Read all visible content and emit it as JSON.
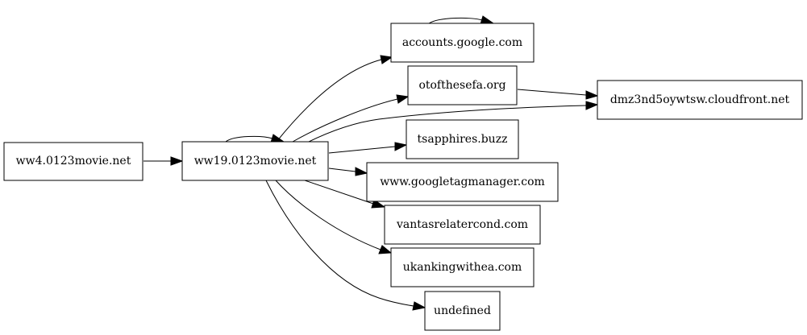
{
  "graph": {
    "nodes": {
      "ww4": "ww4.0123movie.net",
      "ww19": "ww19.0123movie.net",
      "accounts": "accounts.google.com",
      "otof": "otofthesefa.org",
      "dmz": "dmz3nd5oywtsw.cloudfront.net",
      "tsapphires": "tsapphires.buzz",
      "gtm": "www.googletagmanager.com",
      "vantas": "vantasrelatercond.com",
      "ukanking": "ukankingwithea.com",
      "undef": "undefined"
    },
    "edges": [
      [
        "ww4",
        "ww19"
      ],
      [
        "ww19",
        "ww19"
      ],
      [
        "ww19",
        "accounts"
      ],
      [
        "accounts",
        "accounts"
      ],
      [
        "ww19",
        "otof"
      ],
      [
        "ww19",
        "dmz"
      ],
      [
        "otof",
        "dmz"
      ],
      [
        "ww19",
        "tsapphires"
      ],
      [
        "ww19",
        "gtm"
      ],
      [
        "ww19",
        "vantas"
      ],
      [
        "ww19",
        "ukanking"
      ],
      [
        "ww19",
        "undef"
      ]
    ]
  }
}
